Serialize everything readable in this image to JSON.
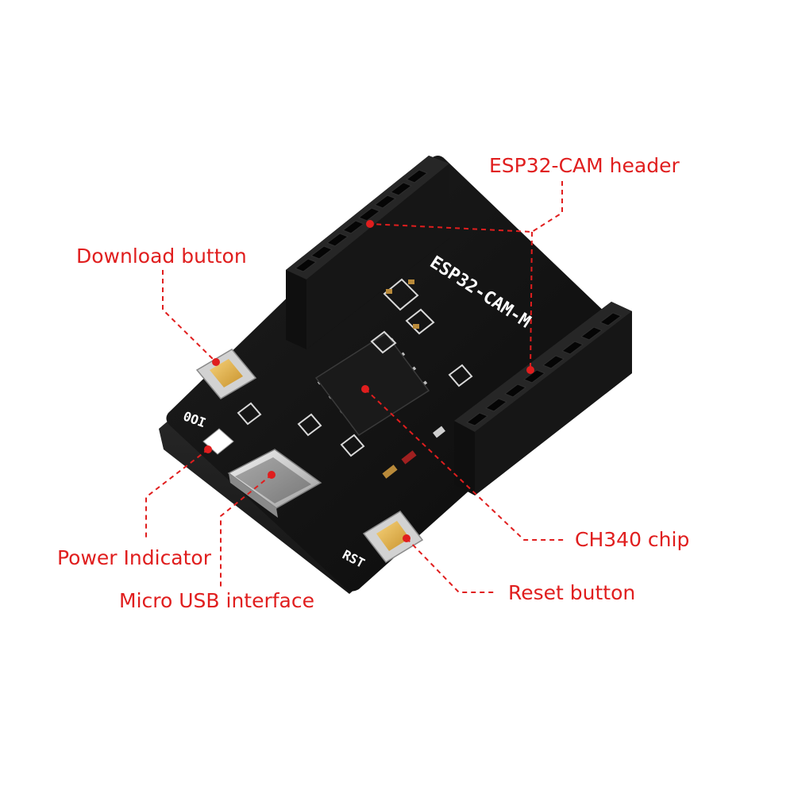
{
  "board": {
    "silkscreen_main": "ESP32-CAM-M",
    "silkscreen_io0": "IO0",
    "silkscreen_rst": "RST"
  },
  "callouts": {
    "esp32_header": "ESP32-CAM header",
    "download_button": "Download button",
    "power_indicator": "Power Indicator",
    "micro_usb": "Micro USB interface",
    "ch340": "CH340 chip",
    "reset_button": "Reset button"
  },
  "colors": {
    "callout": "#e01e1e",
    "pcb": "#111111",
    "button_cap": "#e8b84a"
  }
}
